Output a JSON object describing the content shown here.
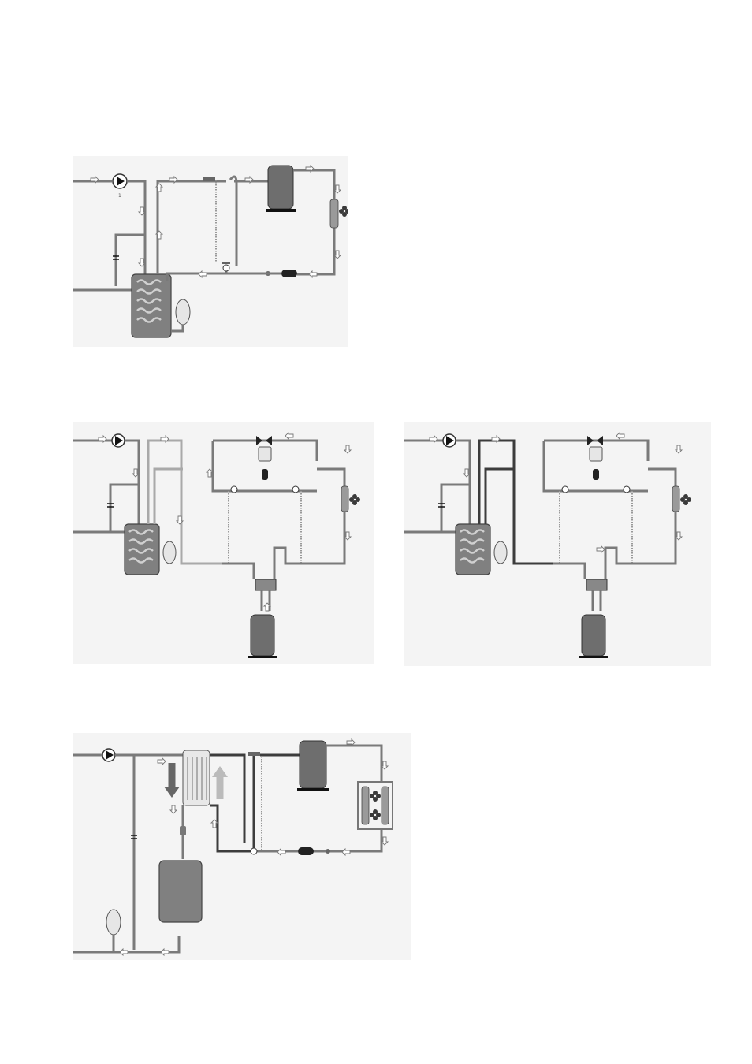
{
  "figures": [
    {
      "id": "panel-1",
      "marker_label": "1"
    },
    {
      "id": "panel-2"
    },
    {
      "id": "panel-3"
    },
    {
      "id": "panel-4"
    }
  ],
  "colors": {
    "background": "#ffffff",
    "panel": "#f4f4f4",
    "pipe": "#7a7a7a",
    "tank": "#808080",
    "compressor": "#6e6e6e"
  },
  "icons": [
    "pump-icon",
    "compressor-icon",
    "fan-icon",
    "tank-icon",
    "expansion-vessel-icon",
    "valve-icon",
    "flow-arrow-icon",
    "heat-exchanger-icon"
  ]
}
